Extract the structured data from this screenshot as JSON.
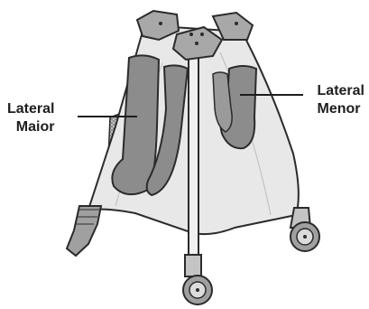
{
  "labels": {
    "left": {
      "line1": "Lateral",
      "line2": "Maior"
    },
    "right": {
      "line1": "Lateral",
      "line2": "Menor"
    }
  },
  "colors": {
    "outline": "#2b2b2b",
    "fabric": "#e8e8e8",
    "side_piece": "#8c8c8c",
    "mesh": "#9a9a9a",
    "plastic": "#a0a0a0"
  }
}
